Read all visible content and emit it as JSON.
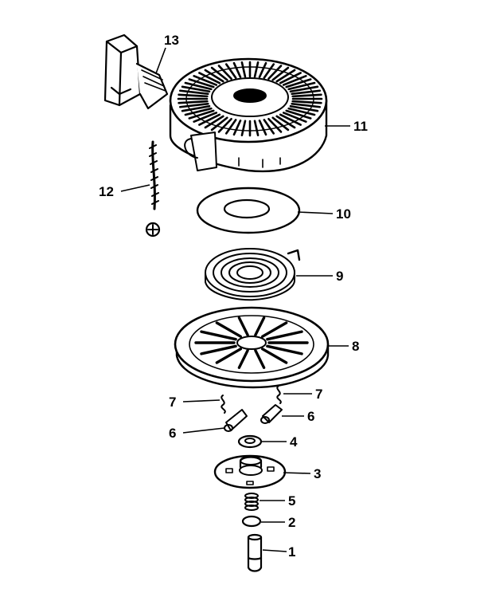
{
  "parts": [
    {
      "id": "part-1",
      "label": "1"
    },
    {
      "id": "part-2",
      "label": "2"
    },
    {
      "id": "part-3",
      "label": "3"
    },
    {
      "id": "part-4",
      "label": "4"
    },
    {
      "id": "part-5",
      "label": "5"
    },
    {
      "id": "part-6a",
      "label": "6"
    },
    {
      "id": "part-6b",
      "label": "6"
    },
    {
      "id": "part-7a",
      "label": "7"
    },
    {
      "id": "part-7b",
      "label": "7"
    },
    {
      "id": "part-8",
      "label": "8"
    },
    {
      "id": "part-9",
      "label": "9"
    },
    {
      "id": "part-10",
      "label": "10"
    },
    {
      "id": "part-11",
      "label": "11"
    },
    {
      "id": "part-12",
      "label": "12"
    },
    {
      "id": "part-13",
      "label": "13"
    }
  ],
  "colors": {
    "ink": "#000000",
    "paper": "#ffffff"
  }
}
